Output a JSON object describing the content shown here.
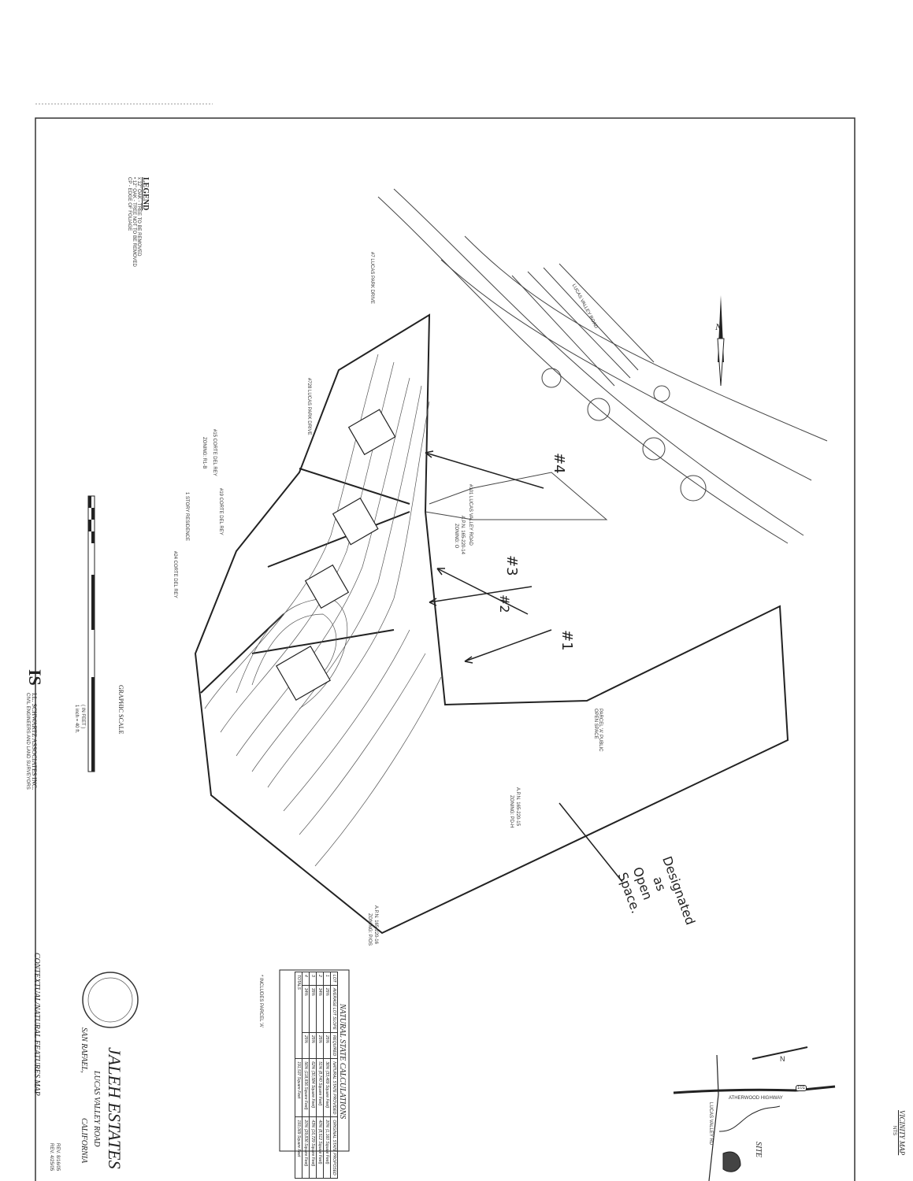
{
  "drawing": {
    "title": "JALEH ESTATES",
    "street": "LUCAS VALLEY ROAD",
    "city": "SAN RAFAEL,",
    "state": "CALIFORNIA",
    "map_title": "CONTEXTUAL/NATURAL FEATURES MAP",
    "revisions": [
      "REV. 8/16/05",
      "REV. 4/25/05"
    ]
  },
  "legend": {
    "title": "LEGEND",
    "items": [
      {
        "symbol": "x 12\" OAK",
        "label": "TREE TO BE REMOVED"
      },
      {
        "symbol": "• 12\" OAK",
        "label": "TREE NOT TO BE REMOVED"
      },
      {
        "symbol": "CP",
        "label": "EDGE OF FOLIAGE"
      }
    ]
  },
  "scale": {
    "title": "GRAPHIC SCALE",
    "units": "( IN FEET )",
    "ratio": "1 inch = 40 ft."
  },
  "engineer": {
    "name": "I.L. SCHWARTZ ASSOCIATES INC.",
    "subtitle": "CIVIL ENGINEERS AND LAND SURVEYORS"
  },
  "calculations": {
    "title": "NATURAL STATE CALCULATIONS",
    "headers": [
      "LOT",
      "AVERAGE LOT SLOPE",
      "REQUIRED",
      "NATURAL STATE PROVIDED",
      "ORIGINAL STATE PROPOSED"
    ],
    "rows": [
      [
        "1",
        "25%",
        "25%",
        "36% (33,469 Square Feet)",
        "20% (1,160 Square Feet)"
      ],
      [
        "2",
        "34%",
        "25%",
        "51% (8,740 Square Feet)",
        "40% (8,512 Square Feet)"
      ],
      [
        "3",
        "35%",
        "25%",
        "62% (30,584 Square Feet)",
        "43% (16,729 Square Feet)"
      ],
      [
        "4",
        "34%",
        "25%",
        "56% (118,836 Square Feet)",
        "20% (29,836 Square Feet)"
      ]
    ],
    "total_label": "TOTALS",
    "total_provided": "191,537 Square Feet",
    "total_proposed": "193,069 Square Feet",
    "note": "* INCLUDES PARCEL 'A'"
  },
  "vicinity": {
    "title": "VICINITY MAP",
    "scale": "NTS",
    "site_label": "SITE",
    "highway": "ATHERWOOD HIGHWAY",
    "route": "101",
    "road": "LUCAS VALLEY RD",
    "north": "N"
  },
  "site": {
    "north": "N",
    "lucas_valley_road": "LUCAS VALLEY ROAD",
    "address_101": "#101 LUCAS VALLEY ROAD",
    "apn_14": "A.P.N. 165-220-14",
    "zoning_o": "ZONING: O",
    "apn_15": "A.P.N. 165-220-15",
    "zoning_pdh": "ZONING: PD-H",
    "apn_16": "A.P.N. 165-220-16",
    "zoning_plos": "ZONING: P/OS",
    "parcel_a": "PARCEL 'A' PUBLIC OPEN SPACE",
    "lucas_park_1": "#7 LUCAS PARK DRIVE",
    "lucas_park_2": "#728 LUCAS PARK DRIVE",
    "corte_1": "#15 CORTE DEL REY",
    "corte_2": "#19 CORTE DEL REY",
    "corte_3": "#24 CORTE DEL REY",
    "zoning_r1": "ZONING: R1-B",
    "residence": "1 STORY RESIDENCE"
  },
  "annotations": {
    "lot4": "#4",
    "lot3": "#3",
    "lot2": "#2",
    "lot1": "#1",
    "open_space": [
      "Designated",
      "as",
      "Open",
      "Space."
    ]
  }
}
